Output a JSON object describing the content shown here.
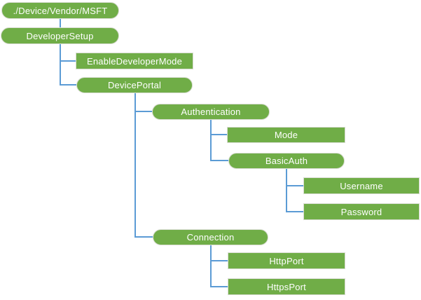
{
  "diagram": {
    "type": "tree",
    "nodes": [
      {
        "id": "device-vendor-msft",
        "label": "./Device/Vendor/MSFT",
        "shape": "pill",
        "parent": null
      },
      {
        "id": "developersetup",
        "label": "DeveloperSetup",
        "shape": "pill",
        "parent": "device-vendor-msft"
      },
      {
        "id": "enabledevelopermode",
        "label": "EnableDeveloperMode",
        "shape": "rect",
        "parent": "developersetup"
      },
      {
        "id": "deviceportal",
        "label": "DevicePortal",
        "shape": "pill",
        "parent": "developersetup"
      },
      {
        "id": "authentication",
        "label": "Authentication",
        "shape": "pill",
        "parent": "deviceportal"
      },
      {
        "id": "mode",
        "label": "Mode",
        "shape": "rect",
        "parent": "authentication"
      },
      {
        "id": "basicauth",
        "label": "BasicAuth",
        "shape": "pill",
        "parent": "authentication"
      },
      {
        "id": "username",
        "label": "Username",
        "shape": "rect",
        "parent": "basicauth"
      },
      {
        "id": "password",
        "label": "Password",
        "shape": "rect",
        "parent": "basicauth"
      },
      {
        "id": "connection",
        "label": "Connection",
        "shape": "pill",
        "parent": "deviceportal"
      },
      {
        "id": "httpport",
        "label": "HttpPort",
        "shape": "rect",
        "parent": "connection"
      },
      {
        "id": "httpsport",
        "label": "HttpsPort",
        "shape": "rect",
        "parent": "connection"
      }
    ]
  },
  "colors": {
    "node_fill": "#70AD47",
    "node_text": "#FFFFFF",
    "node_border": "#D8DCD2",
    "connector": "#5B9BD5"
  }
}
